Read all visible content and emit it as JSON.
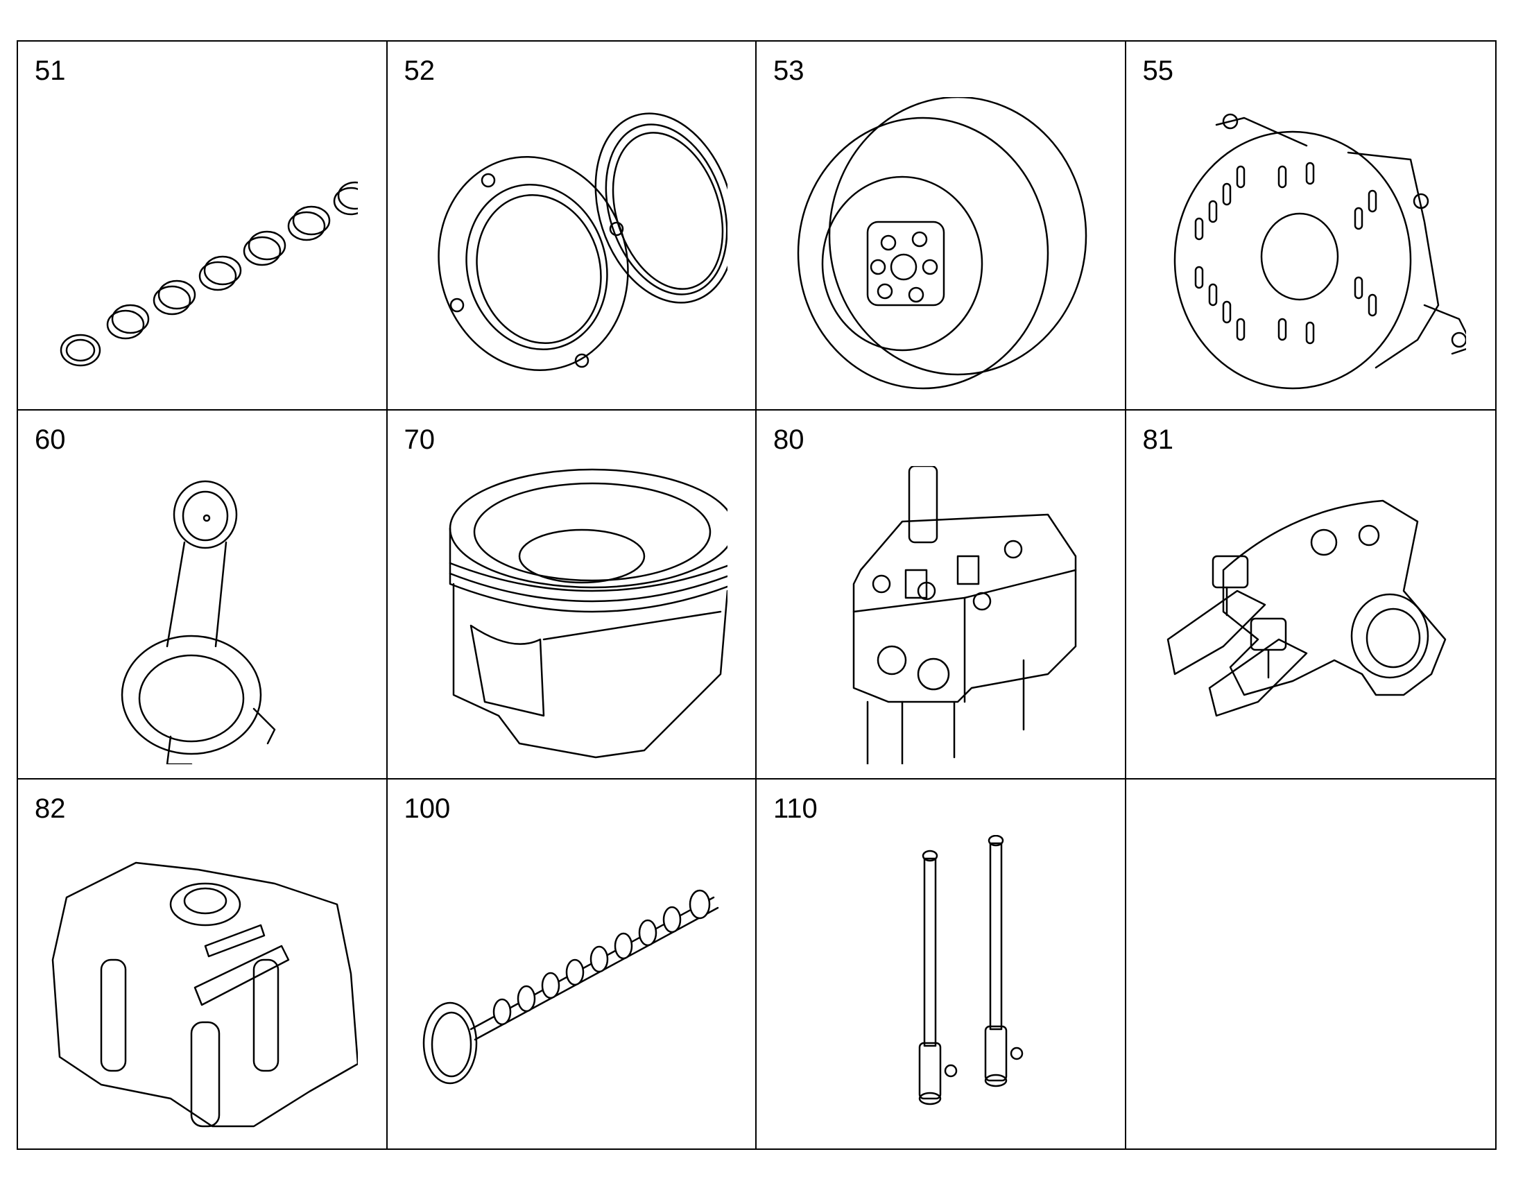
{
  "figure": {
    "cells": [
      {
        "label": "51",
        "part_icon": "bearing-shells-icon"
      },
      {
        "label": "52",
        "part_icon": "seal-carrier-icon"
      },
      {
        "label": "53",
        "part_icon": "vibration-damper-icon"
      },
      {
        "label": "55",
        "part_icon": "damper-guard-icon"
      },
      {
        "label": "60",
        "part_icon": "connecting-rod-icon"
      },
      {
        "label": "70",
        "part_icon": "piston-icon"
      },
      {
        "label": "80",
        "part_icon": "cylinder-head-icon"
      },
      {
        "label": "81",
        "part_icon": "rocker-arm-assembly-icon"
      },
      {
        "label": "82",
        "part_icon": "cylinder-head-cover-icon"
      },
      {
        "label": "100",
        "part_icon": "camshaft-icon"
      },
      {
        "label": "110",
        "part_icon": "push-rod-icon"
      },
      {
        "label": "",
        "part_icon": ""
      }
    ]
  }
}
